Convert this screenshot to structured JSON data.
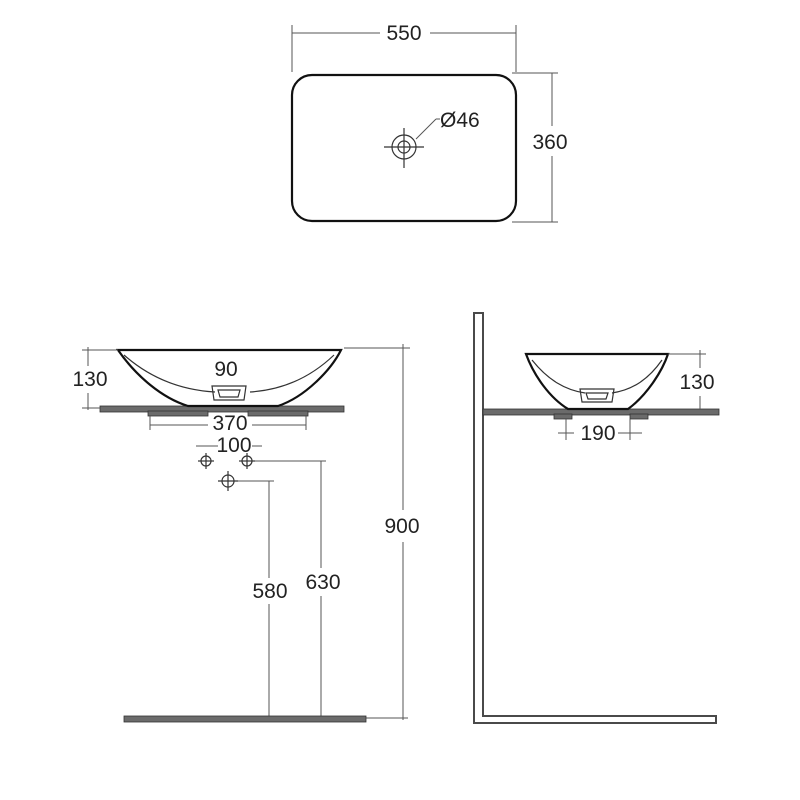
{
  "plan_view": {
    "width_label": "550",
    "depth_label": "360",
    "waste_diameter_label": "Ø46"
  },
  "front_view": {
    "basin_height_label": "130",
    "basin_dim_90_label": "90",
    "bracket_spacing_label": "370",
    "tap_spacing_label": "100",
    "mount_height_label": "900",
    "waste_height_label": "580",
    "supply_height_label": "630"
  },
  "side_view": {
    "basin_height_label": "130",
    "bracket_depth_label": "190"
  }
}
